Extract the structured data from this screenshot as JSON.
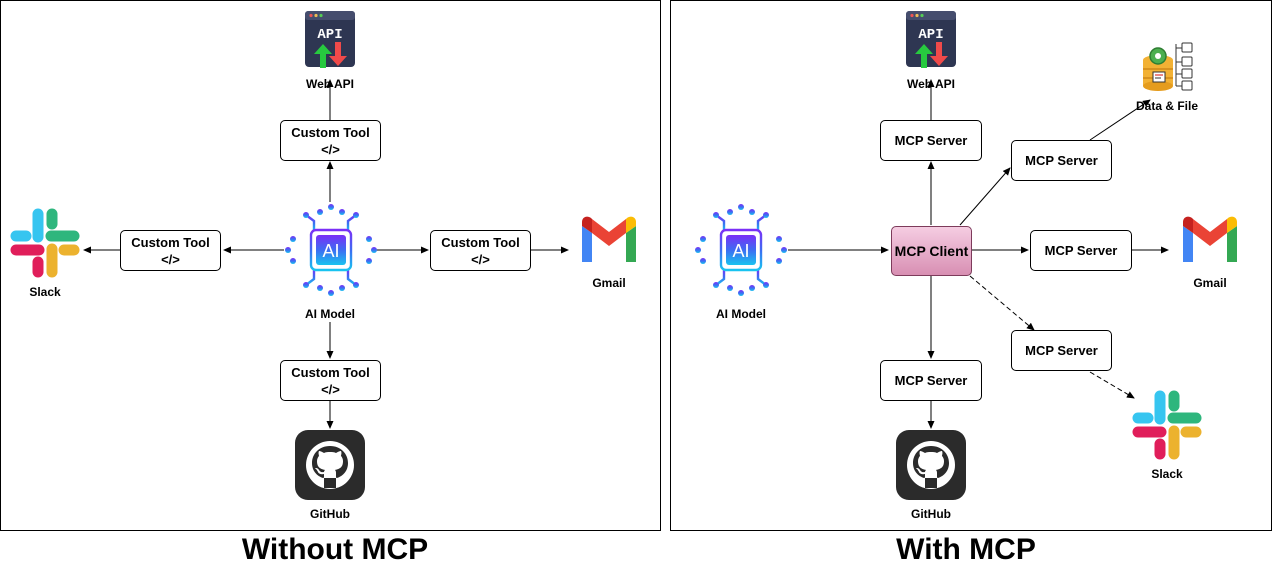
{
  "left": {
    "caption": "Without MCP",
    "ai_label": "AI Model",
    "ai_text": "AI",
    "api_label": "Web API",
    "api_text": "API",
    "slack_label": "Slack",
    "gmail_label": "Gmail",
    "github_label": "GitHub",
    "tool_label": "Custom Tool",
    "tool_code": "</>"
  },
  "right": {
    "caption": "With MCP",
    "ai_label": "AI Model",
    "ai_text": "AI",
    "client_label": "MCP Client",
    "server_label": "MCP Server",
    "api_label": "Web API",
    "api_text": "API",
    "data_label": "Data & File",
    "gmail_label": "Gmail",
    "slack_label": "Slack",
    "github_label": "GitHub"
  },
  "icons": [
    "web-api-icon",
    "ai-chip-icon",
    "slack-icon",
    "gmail-icon",
    "github-icon",
    "data-file-icon"
  ],
  "colors": {
    "client_fill": "#e8a9c7",
    "client_border": "#7d3b5b",
    "ai_gradient": [
      "#7b2ff7",
      "#19c3f0"
    ]
  }
}
